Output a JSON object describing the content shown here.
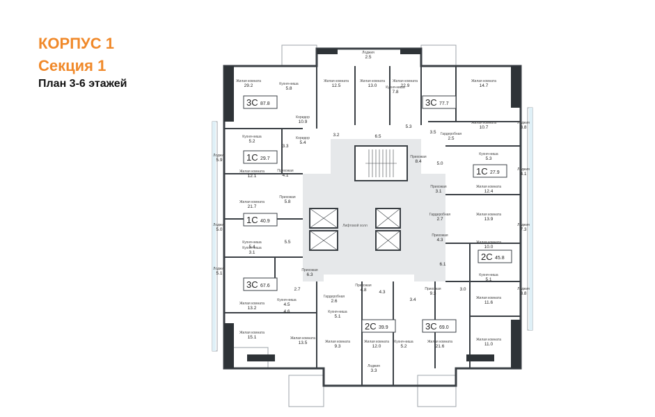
{
  "header": {
    "building": "КОРПУС 1",
    "section": "Секция 1",
    "plan": "План 3-6 этажей"
  },
  "hall_label": "Лифтовой холл",
  "apartments": [
    {
      "type": "3С",
      "area": "87.8"
    },
    {
      "type": "3С",
      "area": "77.7"
    },
    {
      "type": "1С",
      "area": "29.7"
    },
    {
      "type": "1С",
      "area": "27.9"
    },
    {
      "type": "1С",
      "area": "40.9"
    },
    {
      "type": "2С",
      "area": "45.8"
    },
    {
      "type": "3С",
      "area": "67.6"
    },
    {
      "type": "2С",
      "area": "39.9"
    },
    {
      "type": "3С",
      "area": "69.0"
    }
  ],
  "rooms": [
    {
      "name": "Лоджия",
      "area": "2.5"
    },
    {
      "name": "Жилая комната",
      "area": "29.2"
    },
    {
      "name": "Кухня-ниша",
      "area": "5.8"
    },
    {
      "name": "Жилая комната",
      "area": "12.5"
    },
    {
      "name": "Жилая комната",
      "area": "13.0"
    },
    {
      "name": "Жилая комната",
      "area": "22.9"
    },
    {
      "name": "Кухня-ниша",
      "area": "7.8"
    },
    {
      "name": "Жилая комната",
      "area": "14.7"
    },
    {
      "name": "Коридор",
      "area": "10.9"
    },
    {
      "name": "Коридор",
      "area": "5.4"
    },
    {
      "name": "",
      "area": "3.2"
    },
    {
      "name": "",
      "area": "6.5"
    },
    {
      "name": "",
      "area": "5.3"
    },
    {
      "name": "Жилая комната",
      "area": "10.7"
    },
    {
      "name": "Лоджия",
      "area": "3.8"
    },
    {
      "name": "",
      "area": "3.5"
    },
    {
      "name": "Гардеробная",
      "area": "2.5"
    },
    {
      "name": "Кухня-ниша",
      "area": "5.2"
    },
    {
      "name": "",
      "area": "3.3"
    },
    {
      "name": "Лоджия",
      "area": "5.9"
    },
    {
      "name": "Жилая комната",
      "area": "12.1"
    },
    {
      "name": "Прихожая",
      "area": "4.1"
    },
    {
      "name": "Прихожая",
      "area": "8.4"
    },
    {
      "name": "",
      "area": "5.0"
    },
    {
      "name": "Кухня-ниша",
      "area": "5.3"
    },
    {
      "name": "Лоджия",
      "area": "4.1"
    },
    {
      "name": "Жилая комната",
      "area": "12.4"
    },
    {
      "name": "Прихожая",
      "area": "3.1"
    },
    {
      "name": "Жилая комната",
      "area": "21.7"
    },
    {
      "name": "Прихожая",
      "area": "5.8"
    },
    {
      "name": "Лоджия",
      "area": "5.0"
    },
    {
      "name": "Гардеробная",
      "area": "2.7"
    },
    {
      "name": "Жилая комната",
      "area": "13.9"
    },
    {
      "name": "Лоджия",
      "area": "7.3"
    },
    {
      "name": "Кухня-ниша",
      "area": "5.4"
    },
    {
      "name": "",
      "area": "5.5"
    },
    {
      "name": "Прихожая",
      "area": "4.3"
    },
    {
      "name": "Жилая комната",
      "area": "10.0"
    },
    {
      "name": "Кухня-ниша",
      "area": "3.1"
    },
    {
      "name": "Прихожая",
      "area": "6.3"
    },
    {
      "name": "Лоджия",
      "area": "5.1"
    },
    {
      "name": "",
      "area": "6.1"
    },
    {
      "name": "Кухня-ниша",
      "area": "5.1"
    },
    {
      "name": "",
      "area": "2.7"
    },
    {
      "name": "Прихожая",
      "area": "4.8"
    },
    {
      "name": "Прихожая",
      "area": "9.3"
    },
    {
      "name": "Лоджия",
      "area": "3.8"
    },
    {
      "name": "Жилая комната",
      "area": "13.2"
    },
    {
      "name": "Кухня-ниша",
      "area": "4.5"
    },
    {
      "name": "Гардеробная",
      "area": "2.6"
    },
    {
      "name": "",
      "area": "4.3"
    },
    {
      "name": "",
      "area": "3.4"
    },
    {
      "name": "",
      "area": "3.0"
    },
    {
      "name": "Жилая комната",
      "area": "11.6"
    },
    {
      "name": "",
      "area": "4.6"
    },
    {
      "name": "Кухня-ниша",
      "area": "5.1"
    },
    {
      "name": "Жилая комната",
      "area": "15.1"
    },
    {
      "name": "Жилая комната",
      "area": "13.5"
    },
    {
      "name": "Жилая комната",
      "area": "9.3"
    },
    {
      "name": "Жилая комната",
      "area": "12.0"
    },
    {
      "name": "Кухня-ниша",
      "area": "5.2"
    },
    {
      "name": "Жилая комната",
      "area": "21.6"
    },
    {
      "name": "Жилая комната",
      "area": "11.0"
    },
    {
      "name": "Лоджия",
      "area": "3.3"
    }
  ]
}
